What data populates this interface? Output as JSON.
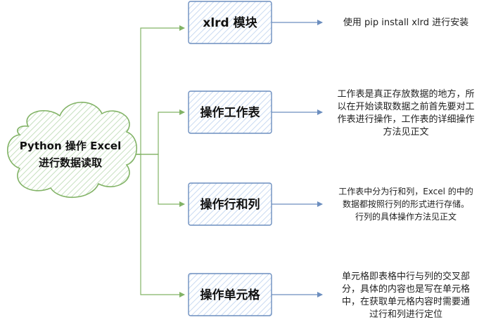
{
  "root": {
    "lines": [
      "Python 操作 Excel",
      "进行数据读取"
    ]
  },
  "branches": [
    {
      "label": "xlrd 模块",
      "desc": [
        "使用 pip install xlrd 进行安装"
      ]
    },
    {
      "label": "操作工作表",
      "desc": [
        "工作表是真正存放数据的地方，所",
        "以在开始读取数据之前首先要对工",
        "作表进行操作，工作表的详细操作",
        "方法见正文"
      ]
    },
    {
      "label": "操作行和列",
      "desc": [
        "工作表中分为行和列，Excel 的中的",
        "数据都按照行列的形式进行存储。",
        "行列的具体操作方法见正文"
      ]
    },
    {
      "label": "操作单元格",
      "desc": [
        "单元格即表格中行与列的交叉部",
        "分，具体的内容也是写在单元格",
        "中，在获取单元格内容时需要通",
        "过行和列进行定位"
      ]
    }
  ],
  "colors": {
    "connector": "#82b366",
    "arrow": "#6c8ebf",
    "box_stroke": "#6c8ebf",
    "box_fill": "#dae8fc",
    "cloud_stroke": "#82b366",
    "cloud_fill": "#d5e8d4"
  }
}
